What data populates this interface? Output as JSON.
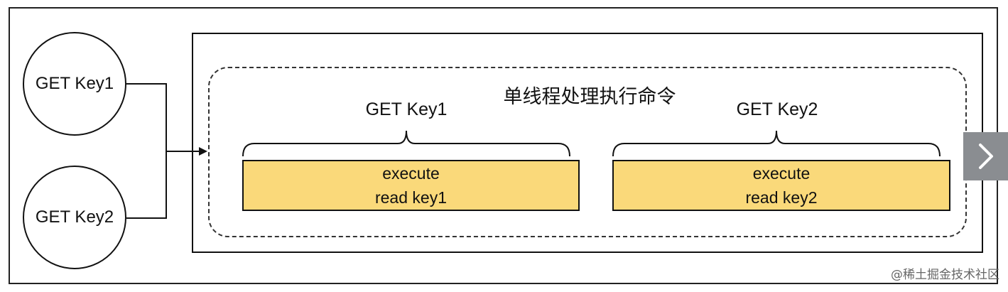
{
  "requests": [
    {
      "label": "GET Key1"
    },
    {
      "label": "GET Key2"
    }
  ],
  "group": {
    "title": "单线程处理执行命令"
  },
  "commands": [
    {
      "brace_label": "GET Key1",
      "line1": "execute",
      "line2": "read key1"
    },
    {
      "brace_label": "GET Key2",
      "line1": "execute",
      "line2": "read key2"
    }
  ],
  "colors": {
    "bar_fill": "#fad97a",
    "stroke": "#111111",
    "next_button": "#8a8d91"
  },
  "navigation": {
    "next_icon": "chevron-right-icon"
  },
  "watermark": "@稀土掘金技术社区"
}
